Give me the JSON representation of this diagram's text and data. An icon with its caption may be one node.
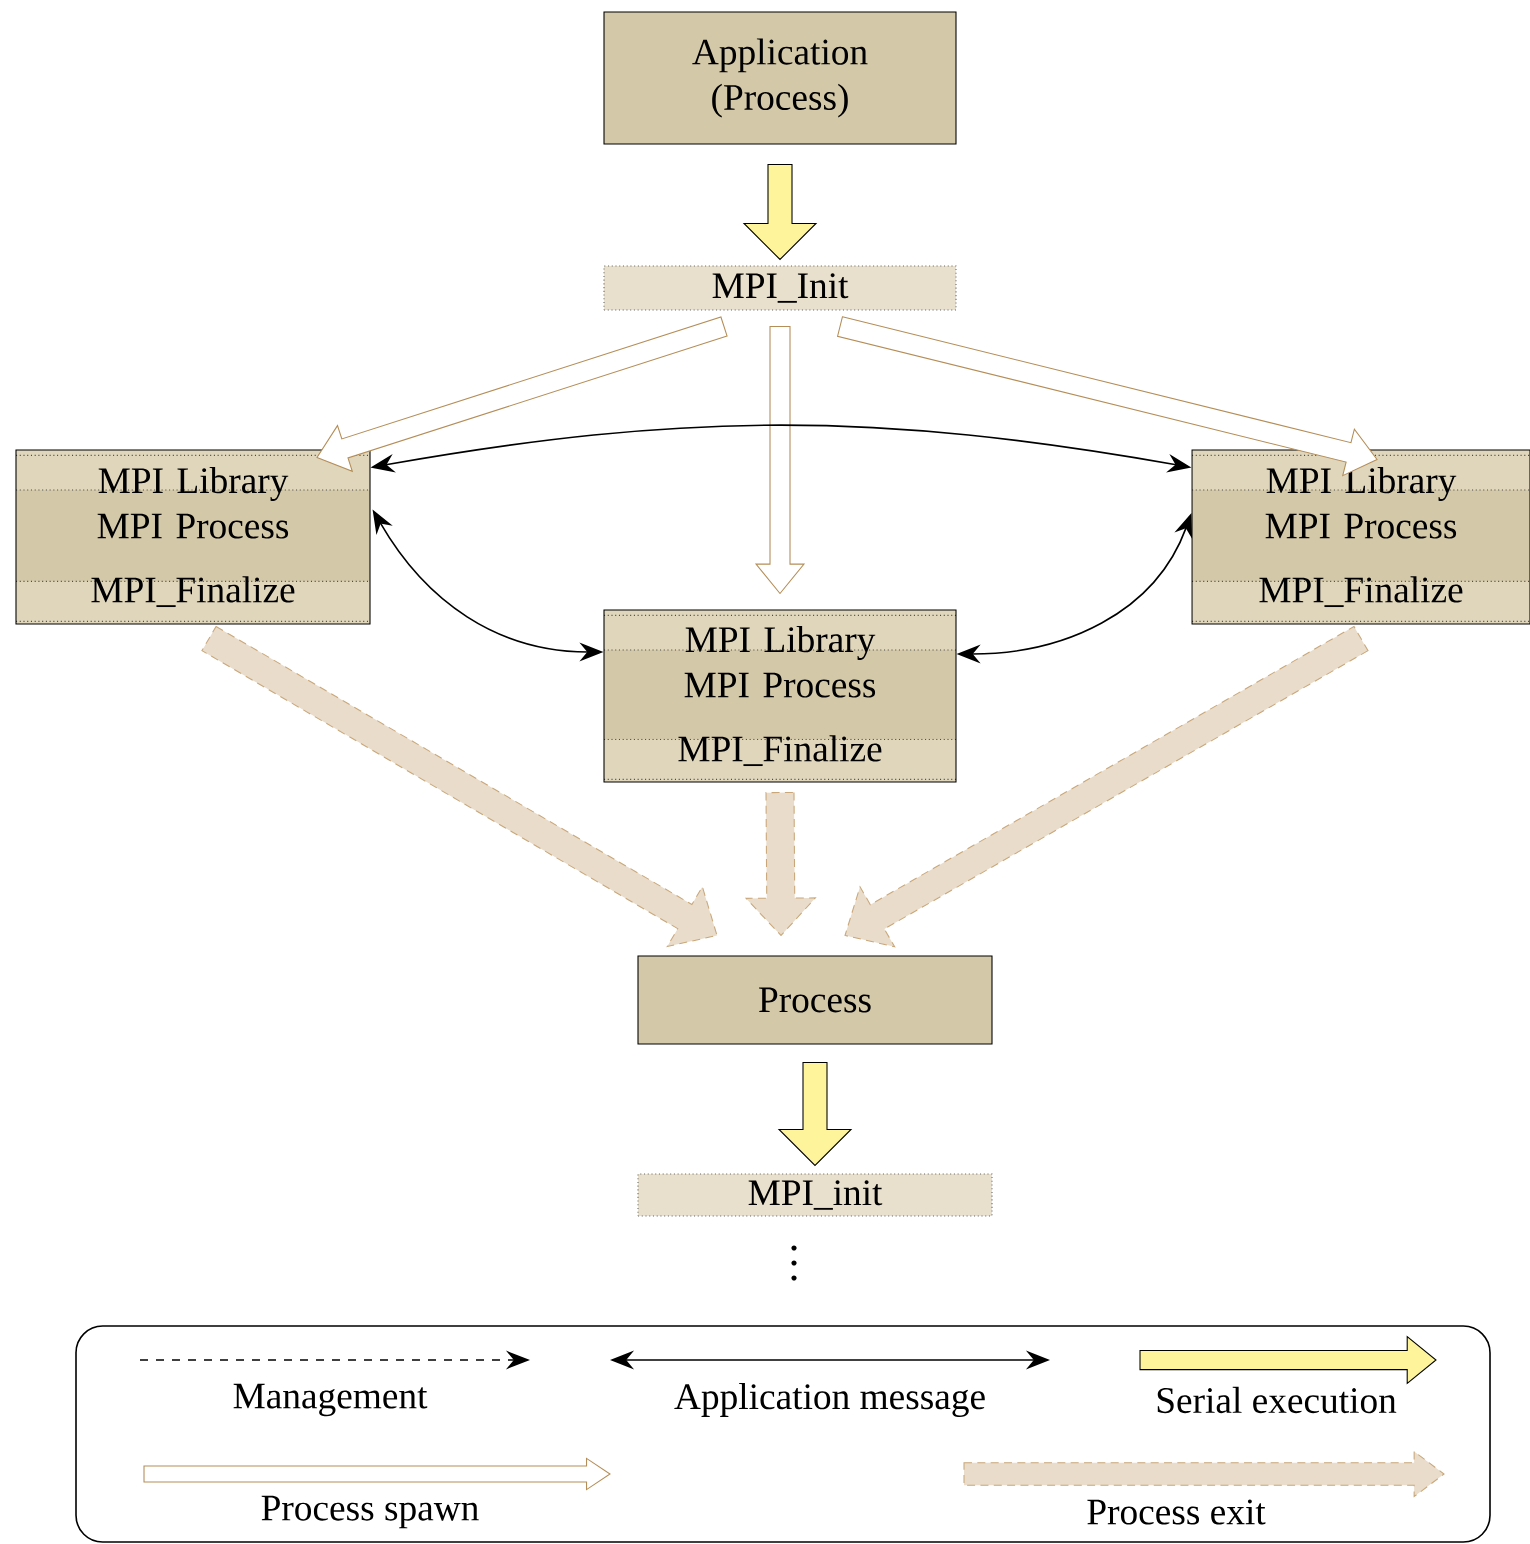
{
  "diagram": {
    "nodes": [
      {
        "text": [
          "Application (Process)"
        ]
      },
      {
        "text": [
          "MPI_Init"
        ]
      },
      {
        "text": [
          "MPI Library",
          "MPI Process",
          "MPI_Finalize"
        ]
      },
      {
        "text": [
          "MPI Library",
          "MPI Process",
          "MPI_Finalize"
        ]
      },
      {
        "text": [
          "MPI Library",
          "MPI Process",
          "MPI_Finalize"
        ]
      },
      {
        "text": [
          "Process"
        ]
      },
      {
        "text": [
          "MPI_init"
        ]
      }
    ],
    "edges": [
      {
        "from": 0,
        "to": 1,
        "arrow": "to",
        "color": "#fdf49b"
      },
      {
        "from": 1,
        "to": 2,
        "arrow": "to",
        "color": "#b58d57"
      },
      {
        "from": 1,
        "to": 4,
        "arrow": "to",
        "color": "#b58d57"
      },
      {
        "from": 1,
        "to": 3,
        "arrow": "to",
        "color": "#b58d57"
      },
      {
        "from": 2,
        "to": 3,
        "arrow": "both",
        "color": "#000000"
      },
      {
        "from": 2,
        "to": 4,
        "arrow": "both",
        "color": "#000000"
      },
      {
        "from": 4,
        "to": 3,
        "arrow": "both",
        "color": "#000000"
      },
      {
        "from": 2,
        "to": 5,
        "arrow": "to",
        "color": "#c9a77a"
      },
      {
        "from": 4,
        "to": 5,
        "arrow": "to",
        "color": "#c9a77a"
      },
      {
        "from": 3,
        "to": 5,
        "arrow": "to",
        "color": "#c9a77a"
      },
      {
        "from": 5,
        "to": 6,
        "arrow": "to",
        "color": "#fdf49b"
      }
    ],
    "legend": [
      {
        "text": "Management"
      },
      {
        "text": "Application message"
      },
      {
        "text": "Serial execution"
      },
      {
        "text": "Process spawn"
      },
      {
        "text": "Process exit"
      }
    ]
  }
}
